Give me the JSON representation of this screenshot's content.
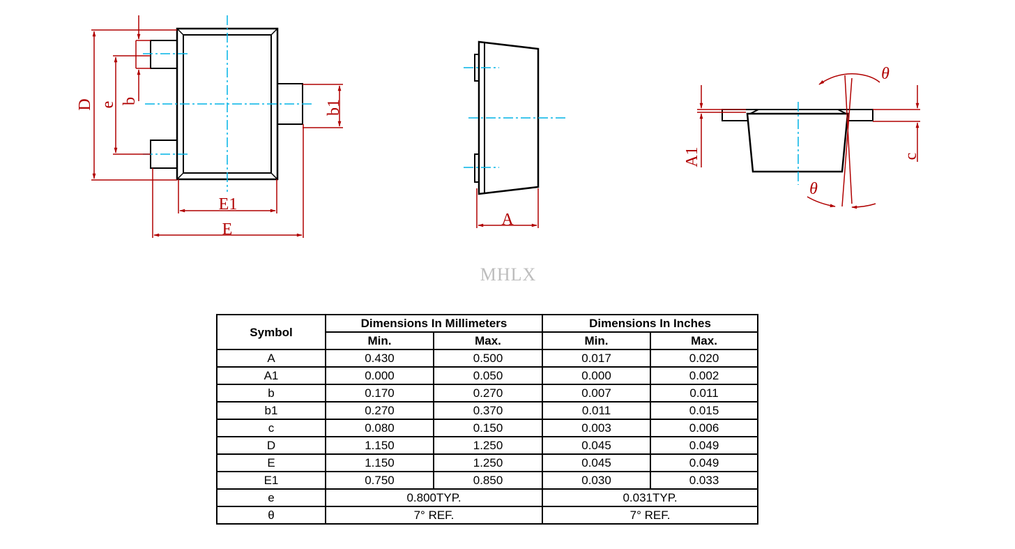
{
  "drawing": {
    "labels": {
      "D": "D",
      "e": "e",
      "b": "b",
      "b1": "b1",
      "E1": "E1",
      "E": "E",
      "A": "A",
      "A1": "A1",
      "c": "c",
      "theta": "θ"
    },
    "watermark": "MHLX",
    "colors": {
      "outline": "#000000",
      "dimension": "#b00000",
      "centerline": "#00b4e6",
      "body_fill": "#ffffff"
    }
  },
  "table": {
    "symbol_header": "Symbol",
    "mm_header": "Dimensions In Millimeters",
    "in_header": "Dimensions In Inches",
    "min_label": "Min.",
    "max_label": "Max.",
    "rows": [
      {
        "symbol": "A",
        "mm_min": "0.430",
        "mm_max": "0.500",
        "in_min": "0.017",
        "in_max": "0.020"
      },
      {
        "symbol": "A1",
        "mm_min": "0.000",
        "mm_max": "0.050",
        "in_min": "0.000",
        "in_max": "0.002"
      },
      {
        "symbol": "b",
        "mm_min": "0.170",
        "mm_max": "0.270",
        "in_min": "0.007",
        "in_max": "0.011"
      },
      {
        "symbol": "b1",
        "mm_min": "0.270",
        "mm_max": "0.370",
        "in_min": "0.011",
        "in_max": "0.015"
      },
      {
        "symbol": "c",
        "mm_min": "0.080",
        "mm_max": "0.150",
        "in_min": "0.003",
        "in_max": "0.006"
      },
      {
        "symbol": "D",
        "mm_min": "1.150",
        "mm_max": "1.250",
        "in_min": "0.045",
        "in_max": "0.049"
      },
      {
        "symbol": "E",
        "mm_min": "1.150",
        "mm_max": "1.250",
        "in_min": "0.045",
        "in_max": "0.049"
      },
      {
        "symbol": "E1",
        "mm_min": "0.750",
        "mm_max": "0.850",
        "in_min": "0.030",
        "in_max": "0.033"
      }
    ],
    "merged_rows": [
      {
        "symbol": "e",
        "mm": "0.800TYP.",
        "in": "0.031TYP."
      },
      {
        "symbol": "θ",
        "mm": "7° REF.",
        "in": "7° REF."
      }
    ]
  }
}
